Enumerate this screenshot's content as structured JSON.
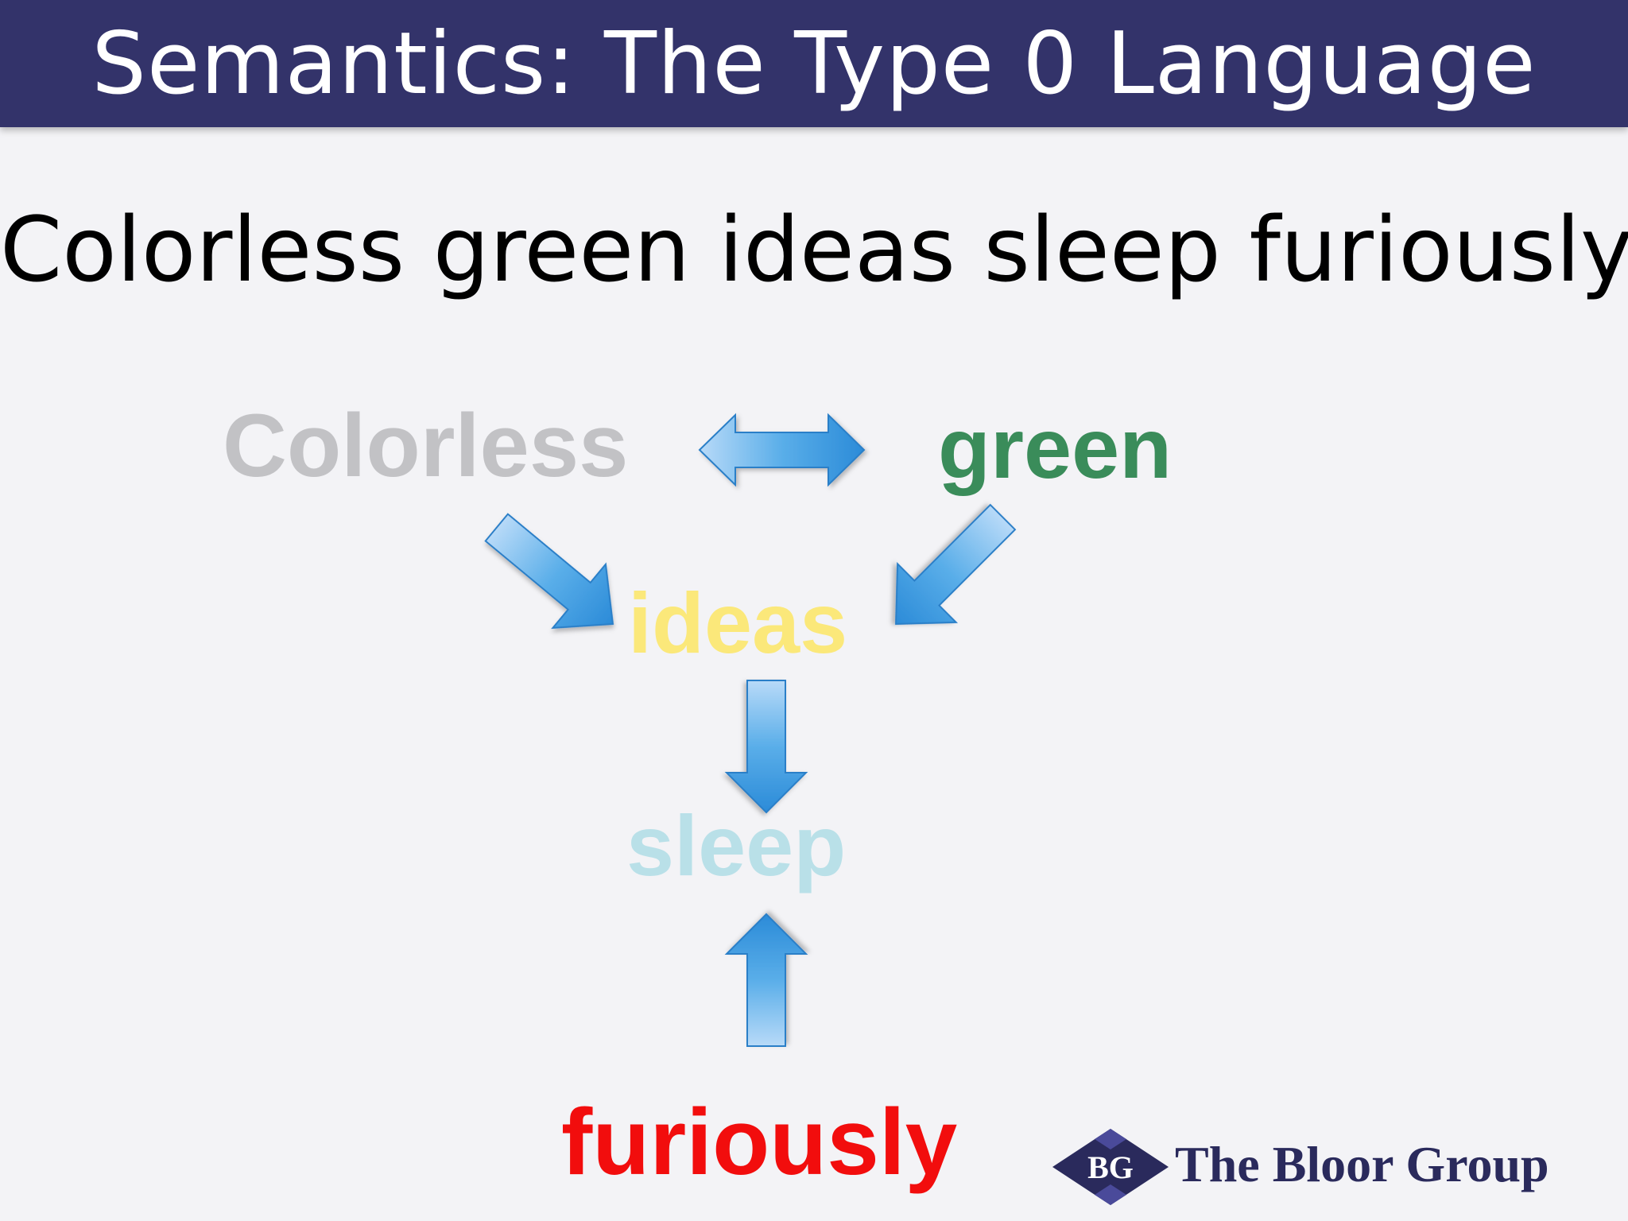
{
  "header": {
    "title": "Semantics: The Type 0 Language"
  },
  "sentence": "Colorless green ideas sleep furiously",
  "diagram": {
    "words": {
      "colorless": {
        "text": "Colorless",
        "color": "#c2c2c5"
      },
      "green": {
        "text": "green",
        "color": "#3a8c5a"
      },
      "ideas": {
        "text": "ideas",
        "color": "#fbe87a"
      },
      "sleep": {
        "text": "sleep",
        "color": "#b9e0e8"
      },
      "furiously": {
        "text": "furiously",
        "color": "#f20d0d"
      }
    },
    "arrows": [
      {
        "from": "colorless",
        "to": "green",
        "type": "double"
      },
      {
        "from": "colorless",
        "to": "ideas",
        "type": "single"
      },
      {
        "from": "green",
        "to": "ideas",
        "type": "single"
      },
      {
        "from": "ideas",
        "to": "sleep",
        "type": "single"
      },
      {
        "from": "furiously",
        "to": "sleep",
        "type": "single"
      }
    ],
    "arrow_color": "#3a9be0"
  },
  "logo": {
    "monogram": "BG",
    "name": "The Bloor Group"
  }
}
